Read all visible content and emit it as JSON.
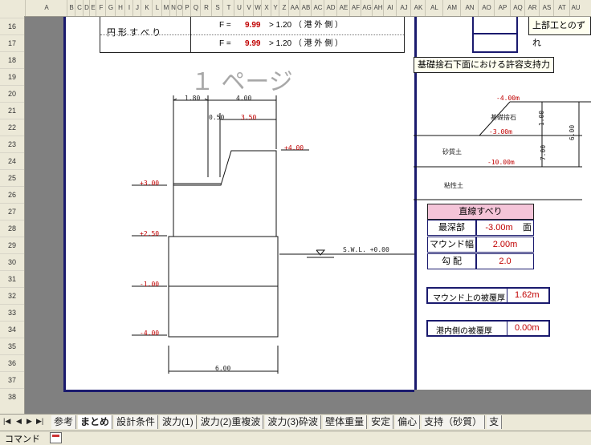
{
  "columns": [
    "A",
    "B",
    "C",
    "D",
    "E",
    "F",
    "G",
    "H",
    "I",
    "J",
    "K",
    "L",
    "M",
    "N",
    "O",
    "P",
    "Q",
    "R",
    "S",
    "T",
    "U",
    "V",
    "W",
    "X",
    "Y",
    "Z",
    "AA",
    "AB",
    "AC",
    "AD",
    "AE",
    "AF",
    "AG",
    "AH",
    "AI",
    "AJ",
    "AK",
    "AL",
    "AM",
    "AN",
    "AO",
    "AP",
    "AQ",
    "AR",
    "AS",
    "AT",
    "AU"
  ],
  "rows": [
    "16",
    "17",
    "18",
    "19",
    "20",
    "21",
    "22",
    "23",
    "24",
    "25",
    "26",
    "27",
    "28",
    "29",
    "30",
    "31",
    "32",
    "33",
    "34",
    "35",
    "36",
    "37",
    "38"
  ],
  "stress": {
    "row1_label": "円 形 す べ り",
    "row1_formula": "F = ",
    "row1_value": "9.99",
    "row1_cond": "> 1.20 （ 港 外 側 ）",
    "row2_formula": "F = ",
    "row2_value": "9.99",
    "row2_cond": "> 1.20 （ 港 外 側 ）"
  },
  "page_title": "１ ページ",
  "diagram": {
    "dim_180": "1.80",
    "dim_400": "4.00",
    "dim_050": "0.50",
    "dim_350": "3.50",
    "lv_p400": "+4.00",
    "lv_p300": "+3.00",
    "lv_p250": "+2.50",
    "lv_m100": "-1.00",
    "lv_m400": "-4.00",
    "swl": "S.W.L. +0.00",
    "dim_600": "6.00"
  },
  "right": {
    "top_label": "上部工とのずれ",
    "bearing_title": "基礎捨石下面における許容支持力",
    "lv_m400": "-4.00m",
    "rubble": "基礎捨石",
    "lv_m300": "-3.00m",
    "dim_100": "1.00",
    "dim_600": "6.00",
    "sand": "砂質土",
    "dim_700": "7.00",
    "lv_m1000": "-10.00m",
    "clay": "粘性土",
    "slide_title": "直線すべり",
    "deepest_label": "最深部",
    "deepest_value": "-3.00m",
    "deepest_unit": "面",
    "mound_label": "マウンド幅",
    "mound_value": "2.00m",
    "slope_label": "勾 配",
    "slope_value": "2.0",
    "cover_mound_label": "マウンド上の被覆厚",
    "cover_mound_value": "1.62m",
    "cover_inner_label": "港内側の被覆厚",
    "cover_inner_value": "0.00m"
  },
  "tabs": [
    "参考",
    "まとめ",
    "設計条件",
    "波力(1)",
    "波力(2)重複波",
    "波力(3)砕波",
    "壁体重量",
    "安定",
    "偏心",
    "支持（砂質）",
    "支"
  ],
  "active_tab": "まとめ",
  "status": "コマンド"
}
